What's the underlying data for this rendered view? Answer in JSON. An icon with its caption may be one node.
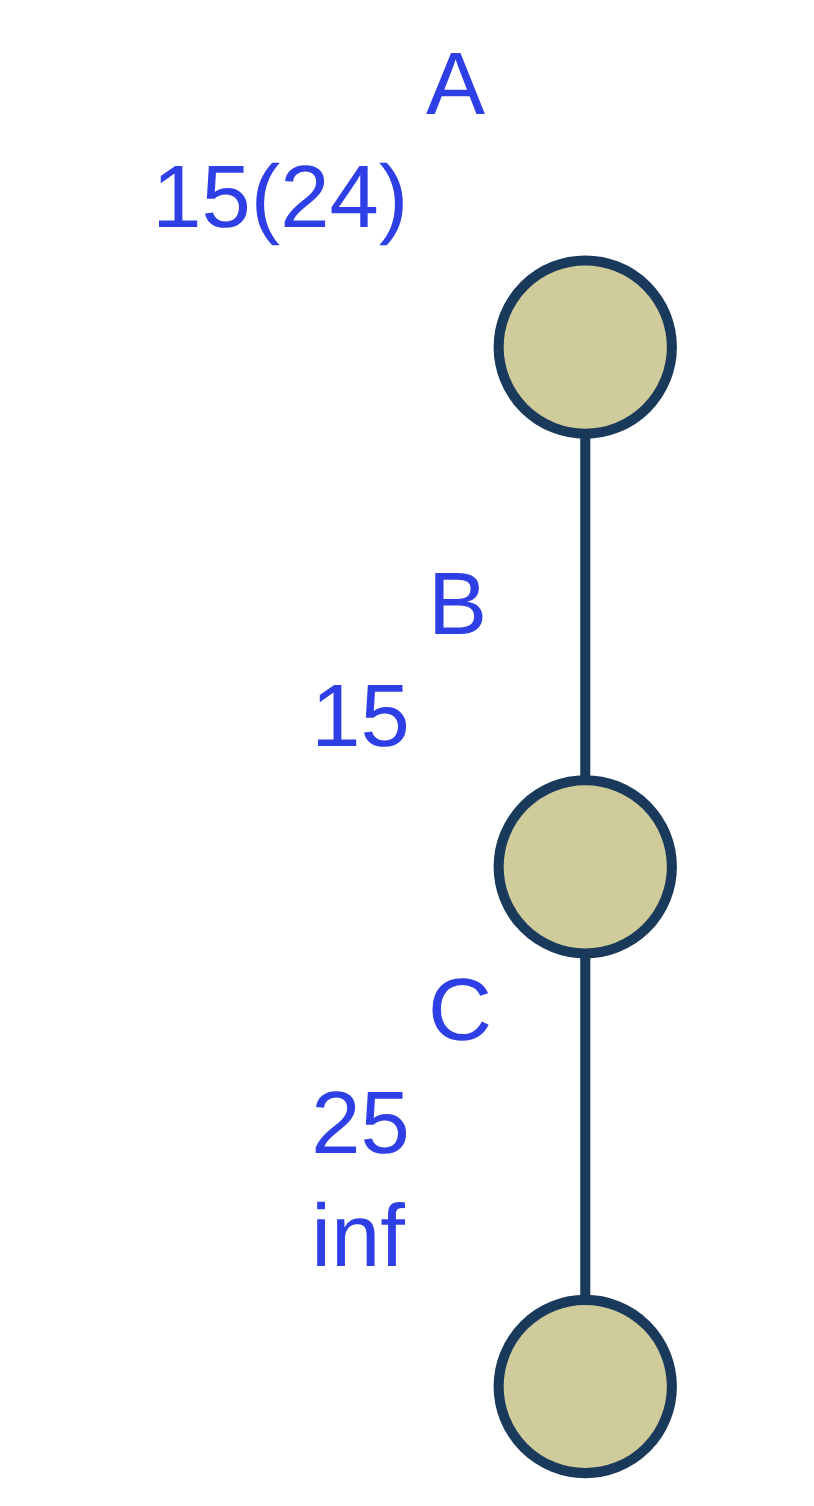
{
  "diagram": {
    "nodes": [
      {
        "text": [
          "A"
        ],
        "beside": [
          "15(24)"
        ]
      },
      {
        "text": [
          "B"
        ],
        "beside": [
          "15"
        ]
      },
      {
        "text": [
          "C"
        ],
        "beside": [
          "25",
          "inf"
        ]
      }
    ],
    "edges": [
      {
        "from": 0,
        "to": 1,
        "arrow": "none"
      },
      {
        "from": 1,
        "to": 2,
        "arrow": "none"
      }
    ]
  }
}
